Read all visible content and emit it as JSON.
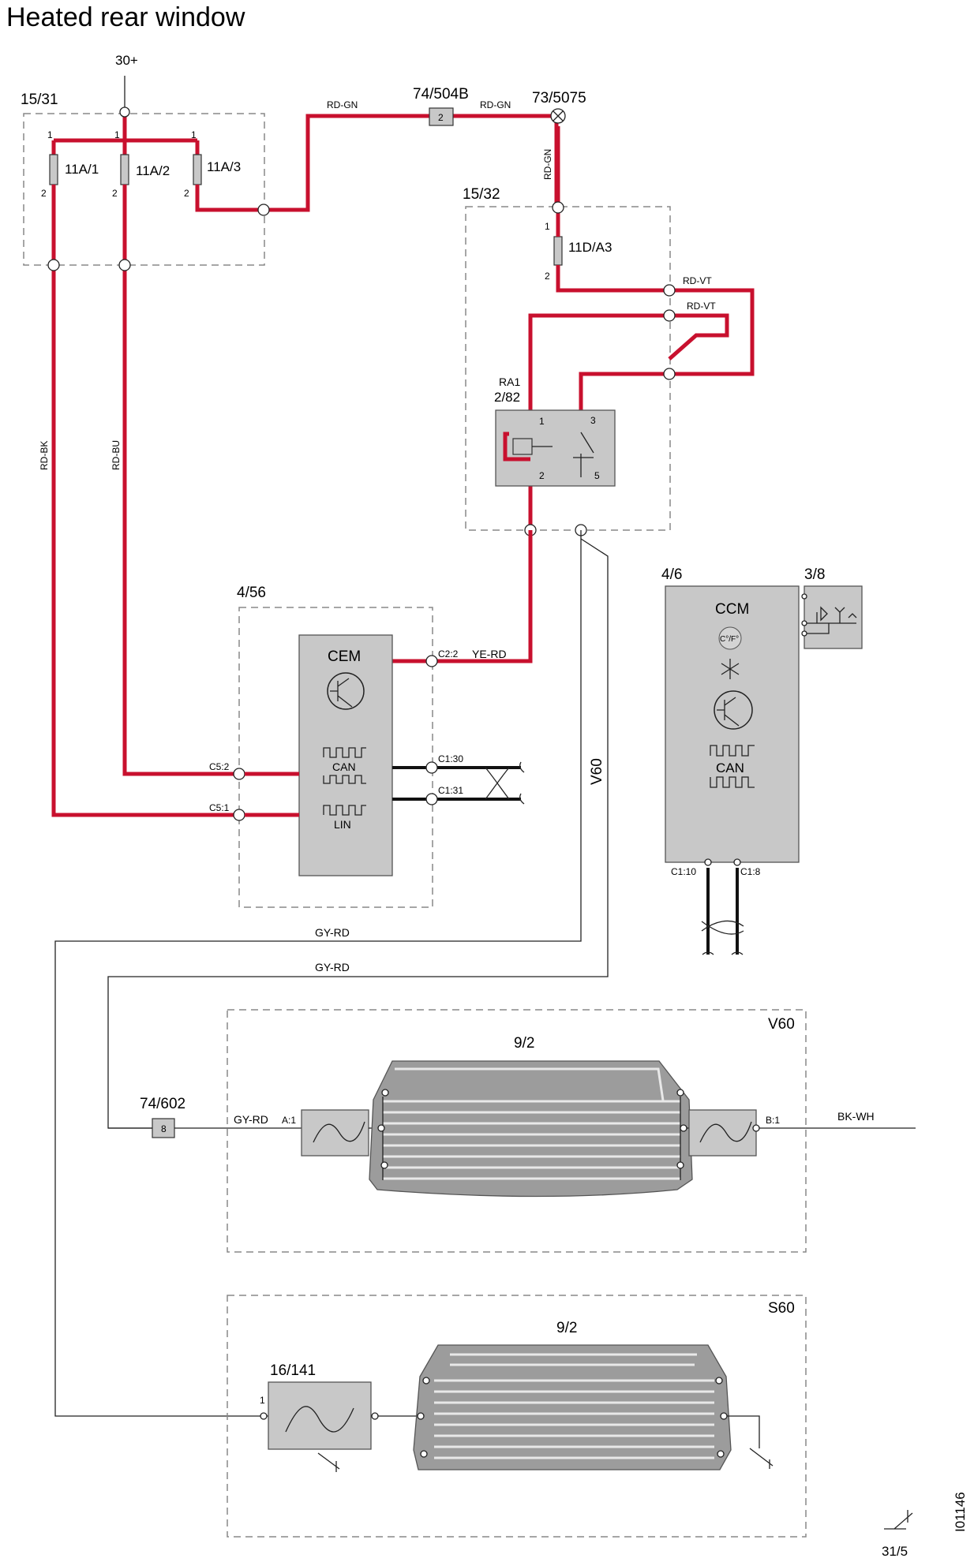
{
  "title": "Heated rear window",
  "supply": "30+",
  "ground": "31/5",
  "doc_id": "I01146",
  "fuse_box": {
    "id": "15/31",
    "fuses": [
      "11A/1",
      "11A/2",
      "11A/3"
    ],
    "pin_in": "1",
    "pin_out": "2"
  },
  "connector_74_504b": {
    "id": "74/504B",
    "pin": "2"
  },
  "splice_73_5075": "73/5075",
  "relay_box": {
    "id": "15/32",
    "fuse": "11D/A3",
    "relay_label": "RA1",
    "relay_id": "2/82",
    "pins": [
      "1",
      "2",
      "3",
      "5"
    ],
    "fuse_pins": [
      "1",
      "2"
    ]
  },
  "wire_colors": {
    "rd_gn": "RD-GN",
    "rd_vt": "RD-VT",
    "rd_bk": "RD-BK",
    "rd_bu": "RD-BU",
    "ye_rd": "YE-RD",
    "gy_rd": "GY-RD",
    "bk_wh": "BK-WH"
  },
  "cem": {
    "box_id": "4/56",
    "label": "CEM",
    "can": "CAN",
    "lin": "LIN",
    "pins": {
      "c22": "C2:2",
      "c52": "C5:2",
      "c51": "C5:1",
      "c130": "C1:30",
      "c131": "C1:31"
    }
  },
  "ccm": {
    "box_id": "4/6",
    "label": "CCM",
    "temp_symbol": "C°/F°",
    "can": "CAN",
    "pins": {
      "c110": "C1:10",
      "c18": "C1:8"
    }
  },
  "sensor": {
    "id": "3/8"
  },
  "v60_label": "V60",
  "v60_block": {
    "variant": "V60",
    "window_id": "9/2",
    "connector_id": "74/602",
    "connector_pin": "8",
    "pin_a1": "A:1",
    "pin_b1": "B:1"
  },
  "s60_block": {
    "variant": "S60",
    "window_id": "9/2",
    "filter_id": "16/141",
    "filter_pin": "1"
  },
  "colors": {
    "wire_red": "#c8102e",
    "component_grey": "#c8c8c8",
    "glass_grey": "#9c9c9c"
  }
}
